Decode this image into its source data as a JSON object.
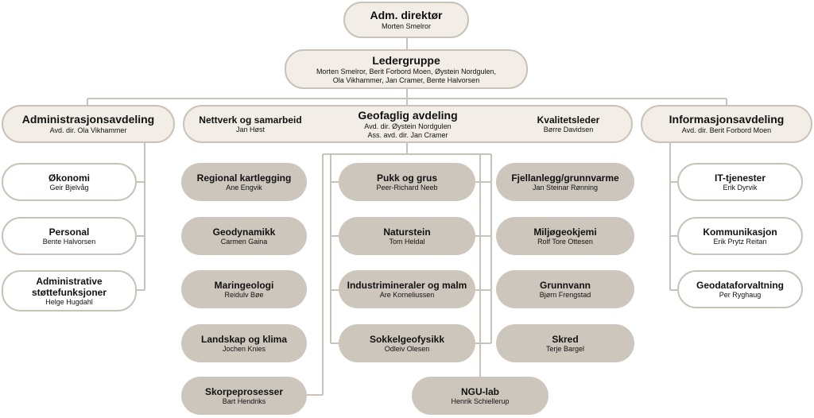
{
  "adm": {
    "title": "Adm. direktør",
    "name": "Morten Smelror"
  },
  "ledergruppe": {
    "title": "Ledergruppe",
    "line1": "Morten Smelror, Berit Forbord Moen,  Øystein Nordgulen,",
    "line2": "Ola Vikhammer,  Jan Cramer, Bente Halvorsen"
  },
  "admin_dept": {
    "title": "Administrasjonsavdeling",
    "sub": "Avd. dir. Ola Vikhammer"
  },
  "geo_dept": {
    "title": "Geofaglig avdeling",
    "sub1": "Avd. dir. Øystein Nordgulen",
    "sub2": "Ass. avd. dir. Jan Cramer",
    "network_title": "Nettverk og samarbeid",
    "network_name": "Jan Høst",
    "quality_title": "Kvalitetsleder",
    "quality_name": "Børre Davidsen"
  },
  "info_dept": {
    "title": "Informasjonsavdeling",
    "sub": "Avd. dir. Berit Forbord Moen"
  },
  "admin_units": [
    {
      "title": "Økonomi",
      "name": "Geir Bjelvåg"
    },
    {
      "title": "Personal",
      "name": "Bente Halvorsen"
    },
    {
      "title1": "Administrative",
      "title2": "støttefunksjoner",
      "name": "Helge Hugdahl"
    }
  ],
  "geo_col1": [
    {
      "title": "Regional kartlegging",
      "name": "Ane Engvik"
    },
    {
      "title": "Geodynamikk",
      "name": "Carmen Gaina"
    },
    {
      "title": "Maringeologi",
      "name": "Reidulv Bøe"
    },
    {
      "title": "Landskap og klima",
      "name": "Jochen Knies"
    },
    {
      "title": "Skorpeprosesser",
      "name": "Bart Hendriks"
    }
  ],
  "geo_col2": [
    {
      "title": "Pukk og grus",
      "name": "Peer-Richard Neeb"
    },
    {
      "title": "Naturstein",
      "name": "Tom Heldal"
    },
    {
      "title": "Industrimineraler og malm",
      "name": "Are Korneliussen"
    },
    {
      "title": "Sokkelgeofysikk",
      "name": "Odleiv Olesen"
    }
  ],
  "geo_col3": [
    {
      "title": "Fjellanlegg/grunnvarme",
      "name": "Jan Steinar Rønning"
    },
    {
      "title": "Miljøgeokjemi",
      "name": "Rolf Tore Ottesen"
    },
    {
      "title": "Grunnvann",
      "name": "Bjørn Frengstad"
    },
    {
      "title": "Skred",
      "name": "Terje Bargel"
    }
  ],
  "ngu_lab": {
    "title": "NGU-lab",
    "name": "Henrik Schiellerup"
  },
  "info_units": [
    {
      "title": "IT-tjenester",
      "name": "Erik Dyrvik"
    },
    {
      "title": "Kommunikasjon",
      "name": "Erik Prytz Reitan"
    },
    {
      "title": "Geodataforvaltning",
      "name": "Per Ryghaug"
    }
  ],
  "colors": {
    "line": "#c9c2b8",
    "light_fill": "#f2ede6",
    "dark_fill": "#cdc6bd",
    "border": "#c9c2b8"
  }
}
